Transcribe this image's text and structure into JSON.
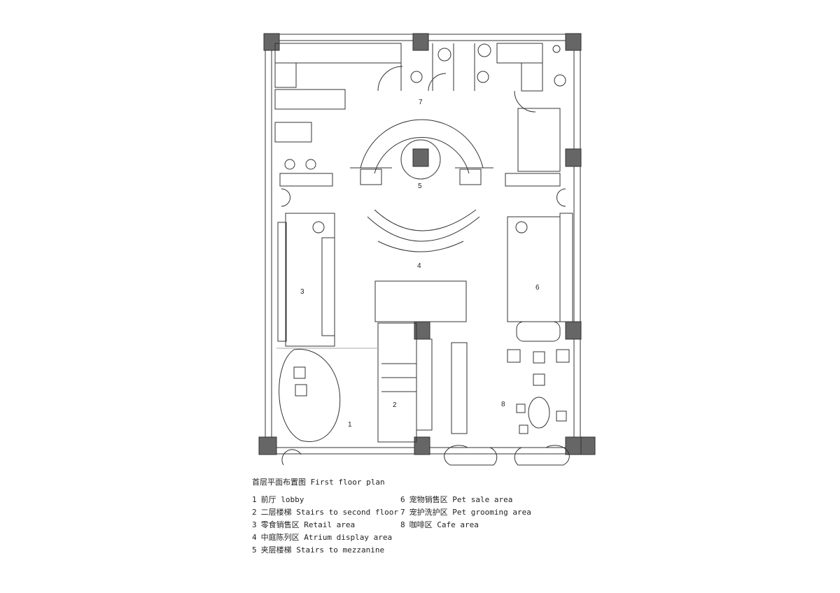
{
  "plan": {
    "title": "首层平面布置图 First floor plan",
    "room_numbers": [
      "1",
      "2",
      "3",
      "4",
      "5",
      "6",
      "7",
      "8"
    ]
  },
  "legend": {
    "left": [
      {
        "num": "1",
        "label": "前厅 lobby"
      },
      {
        "num": "2",
        "label": "二层楼梯 Stairs to second floor"
      },
      {
        "num": "3",
        "label": "零食销售区 Retail area"
      },
      {
        "num": "4",
        "label": "中庭陈列区 Atrium display area"
      },
      {
        "num": "5",
        "label": "夹层楼梯 Stairs to mezzanine"
      }
    ],
    "right": [
      {
        "num": "6",
        "label": "宠物销售区 Pet sale area"
      },
      {
        "num": "7",
        "label": "宠护洗护区 Pet grooming area"
      },
      {
        "num": "8",
        "label": "咖啡区 Cafe area"
      }
    ]
  },
  "colors": {
    "line": "#333333",
    "column": "#666666",
    "background": "#ffffff"
  }
}
